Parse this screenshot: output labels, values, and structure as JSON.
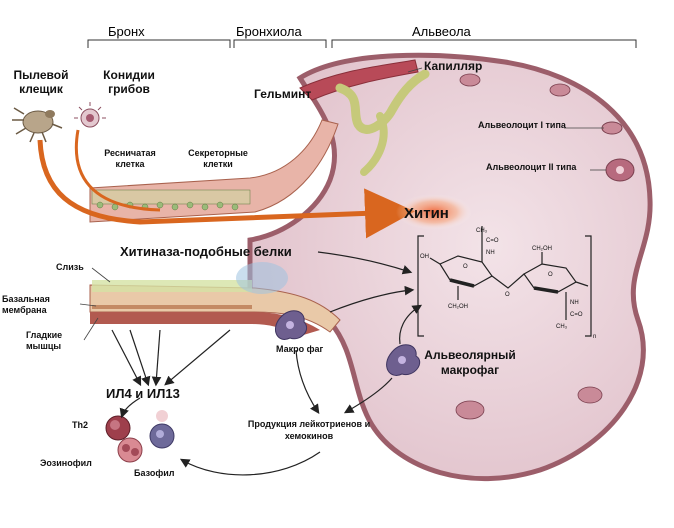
{
  "sections": {
    "bronchus": "Бронх",
    "bronchiole": "Бронхиола",
    "alveolus": "Альвеола"
  },
  "labels": {
    "dust_mite": "Пылевой клещик",
    "fungal_conidia": "Конидии грибов",
    "helminth": "Гельминт",
    "capillary": "Капилляр",
    "alveolocyte_1": "Альвеолоцит I типа",
    "alveolocyte_2": "Альвеолоцит II типа",
    "ciliated_cell": "Ресничатая клетка",
    "secretory_cells": "Секреторные клетки",
    "chitin": "Хитин",
    "chitinase_proteins": "Хитиназа-подобные белки",
    "mucus": "Слизь",
    "basement_membrane": "Базальная мембрана",
    "smooth_muscle": "Гладкие мышцы",
    "macrophage": "Макро фаг",
    "alveolar_macrophage": "Альвеолярный макрофаг",
    "il4_il13": "ИЛ4 и ИЛ13",
    "th2": "Th2",
    "eosinophil": "Эозинофил",
    "basophil": "Базофил",
    "leukotrienes": "Продукция лейкотриенов и хемокинов"
  },
  "chitin_structure": {
    "ch3_top": "CH₃",
    "ch3_bottom": "CH₃",
    "c_eq_o_top": "C=O",
    "c_eq_o_bottom": "C=O",
    "nh_top": "NH",
    "nh_bottom": "NH",
    "ch2oh_top": "CH₂OH",
    "ch2oh_bottom": "CH₂OH",
    "o_ring": "O",
    "oh": "OH",
    "n_sub": "n"
  },
  "colors": {
    "alveolus_fill": "#ead5dc",
    "alveolus_border": "#9c5e6a",
    "capillary_tube": "#b84a58",
    "helminth": "#c6c97a",
    "arrow_orange": "#d9661f",
    "chitin_glow": "#f26a3c",
    "airway_wall": "#e8b4a8",
    "muscle": "#b25a50",
    "th2_cell": "#9e3f4c",
    "eosinophil": "#d98a93",
    "basophil": "#6e6a9a",
    "macrophage": "#6e5f8f"
  }
}
